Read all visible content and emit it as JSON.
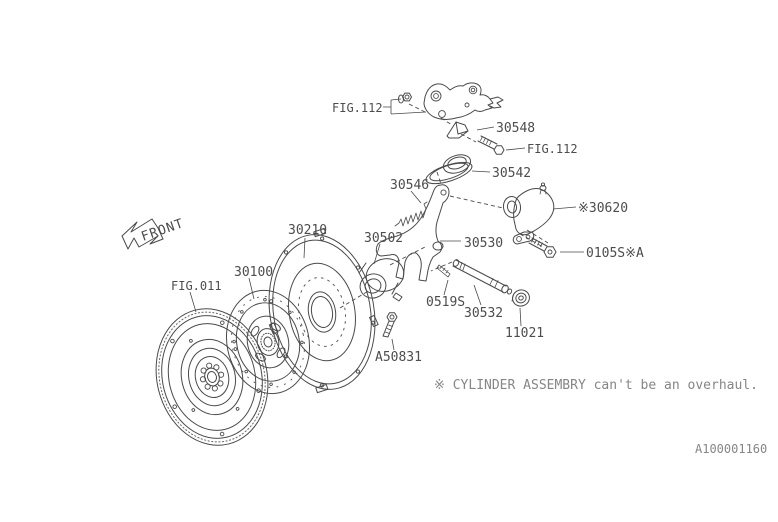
{
  "diagram": {
    "front_indicator": "FRONT",
    "footnote": "※ CYLINDER ASSEMBRY can't be  an overhaul.",
    "drawing_number": "A100001160",
    "colors": {
      "line": "#4a4a4a",
      "label": "#4d4d4d",
      "muted": "#868686",
      "background": "#ffffff"
    },
    "labels": {
      "fig112_bracket": "FIG.112",
      "part_30548": "30548",
      "fig112_bolt": "FIG.112",
      "part_30542": "30542",
      "part_30546": "30546",
      "part_30620": "※30620",
      "part_30210": "30210",
      "part_30502": "30502",
      "part_30530": "30530",
      "part_0105s": "0105S※A",
      "part_30100": "30100",
      "fig011_flywheel": "FIG.011",
      "part_0519s": "0519S",
      "part_30532": "30532",
      "part_11021": "11021",
      "part_a50831": "A50831"
    }
  }
}
